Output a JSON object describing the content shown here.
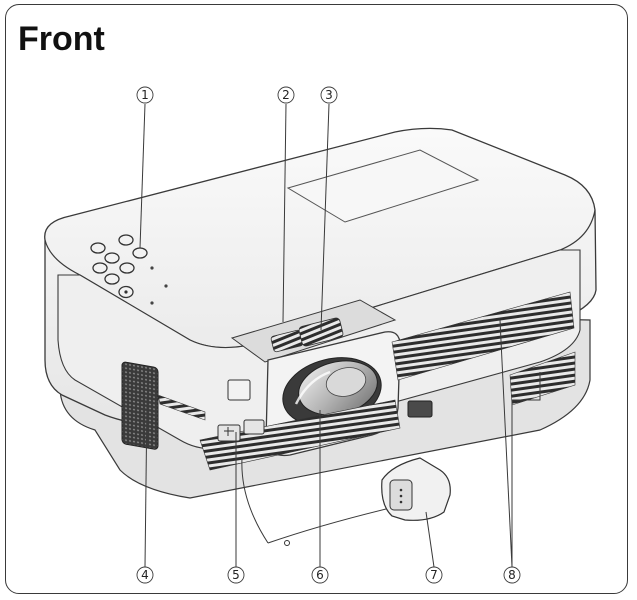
{
  "title": "Front",
  "callouts": [
    {
      "number": "1"
    },
    {
      "number": "2"
    },
    {
      "number": "3"
    },
    {
      "number": "4"
    },
    {
      "number": "5"
    },
    {
      "number": "6"
    },
    {
      "number": "7"
    },
    {
      "number": "8"
    }
  ],
  "colors": {
    "outline": "#3a3a3a",
    "body_light": "#f4f4f4",
    "body_shadow": "#d8d8d8",
    "dark": "#2a2a2a",
    "lens": "#bfbfbf"
  }
}
